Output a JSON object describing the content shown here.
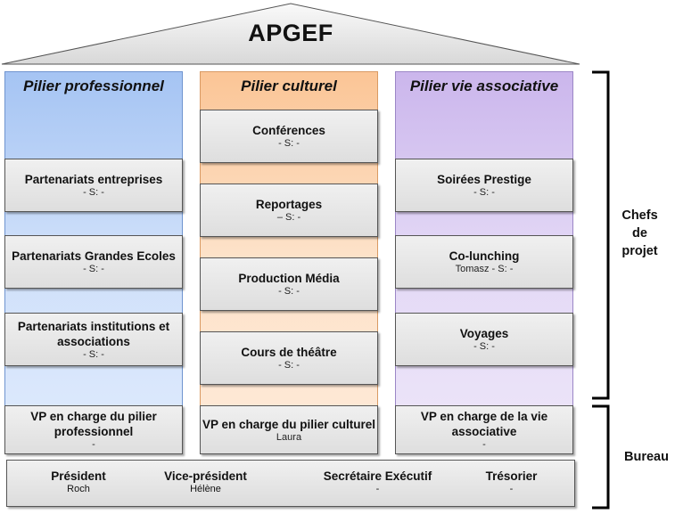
{
  "title": "APGEF",
  "pillars": [
    {
      "name": "Pilier professionnel",
      "color": "#a5c4f3",
      "items": [
        {
          "label": "Partenariats entreprises",
          "sub": "- S: -"
        },
        {
          "label": "Partenariats Grandes Ecoles",
          "sub": "- S: -"
        },
        {
          "label": "Partenariats institutions et associations",
          "sub": "- S: -"
        }
      ],
      "vp": {
        "label": "VP en charge du pilier professionnel",
        "sub": "-"
      }
    },
    {
      "name": "Pilier culturel",
      "color": "#fbc596",
      "items": [
        {
          "label": "Conférences",
          "sub": "- S: -"
        },
        {
          "label": "Reportages",
          "sub": "– S: -"
        },
        {
          "label": "Production Média",
          "sub": "- S: -"
        },
        {
          "label": "Cours de théâtre",
          "sub": "- S: -"
        }
      ],
      "vp": {
        "label": "VP en charge du pilier culturel",
        "sub": "Laura"
      }
    },
    {
      "name": "Pilier vie associative",
      "color": "#cbb6ec",
      "items": [
        {
          "label": "Soirées Prestige",
          "sub": "- S: -"
        },
        {
          "label": "Co-lunching",
          "sub": "Tomasz - S: -"
        },
        {
          "label": "Voyages",
          "sub": "- S: -"
        }
      ],
      "vp": {
        "label": "VP en charge de la vie associative",
        "sub": "-"
      }
    }
  ],
  "bureau": [
    {
      "role": "Président",
      "name": "Roch"
    },
    {
      "role": "Vice-président",
      "name": "Hélène"
    },
    {
      "role": "Secrétaire Exécutif",
      "name": "-"
    },
    {
      "role": "Trésorier",
      "name": "-"
    }
  ],
  "side_labels": {
    "chefs": "Chefs de projet",
    "bureau": "Bureau"
  }
}
